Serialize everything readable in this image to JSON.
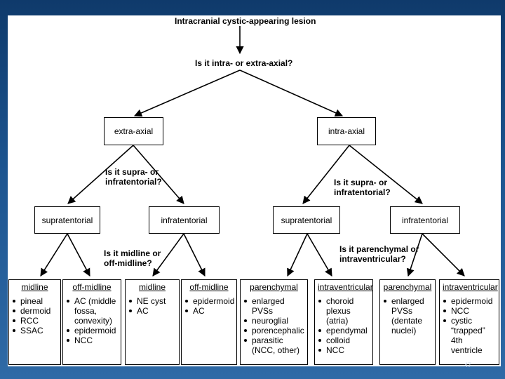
{
  "root": "Intracranial cystic-appearing lesion",
  "q_axial": "Is it intra- or extra-axial?",
  "extra_axial": {
    "label": "extra-axial",
    "question_l1": "Is it supra- or",
    "question_l2": "infratentorial?",
    "supra": "supratentorial",
    "infra": "infratentorial",
    "question2_l1": "Is it midline or",
    "question2_l2": "off-midline?"
  },
  "intra_axial": {
    "label": "intra-axial",
    "question_l1": "Is it supra- or",
    "question_l2": "infratentorial?",
    "supra": "supratentorial",
    "infra": "infratentorial",
    "question2_l1": "Is it parenchymal or",
    "question2_l2": "intraventricular?"
  },
  "leaves": [
    {
      "title": "midline",
      "items": [
        "pineal",
        "dermoid",
        "RCC",
        "SSAC"
      ]
    },
    {
      "title": "off-midline",
      "items": [
        "AC (middle fossa, convexity)",
        "epidermoid",
        "NCC"
      ]
    },
    {
      "title": "midline",
      "items": [
        "NE cyst",
        "AC"
      ]
    },
    {
      "title": "off-midline",
      "items": [
        "epidermoid",
        "AC"
      ]
    },
    {
      "title": "parenchymal",
      "items": [
        "enlarged PVSs",
        "neuroglial",
        "porencephalic",
        "parasitic (NCC, other)"
      ]
    },
    {
      "title": "intraventricular",
      "items": [
        "choroid plexus (atria)",
        "ependymal",
        "colloid",
        "NCC"
      ]
    },
    {
      "title": "parenchymal",
      "items": [
        "enlarged PVSs (dentate nuclei)"
      ]
    },
    {
      "title": "intraventricular",
      "items": [
        "epidermoid",
        "NCC",
        "cystic “trapped” 4th ventricle"
      ]
    }
  ],
  "page_number": "47"
}
